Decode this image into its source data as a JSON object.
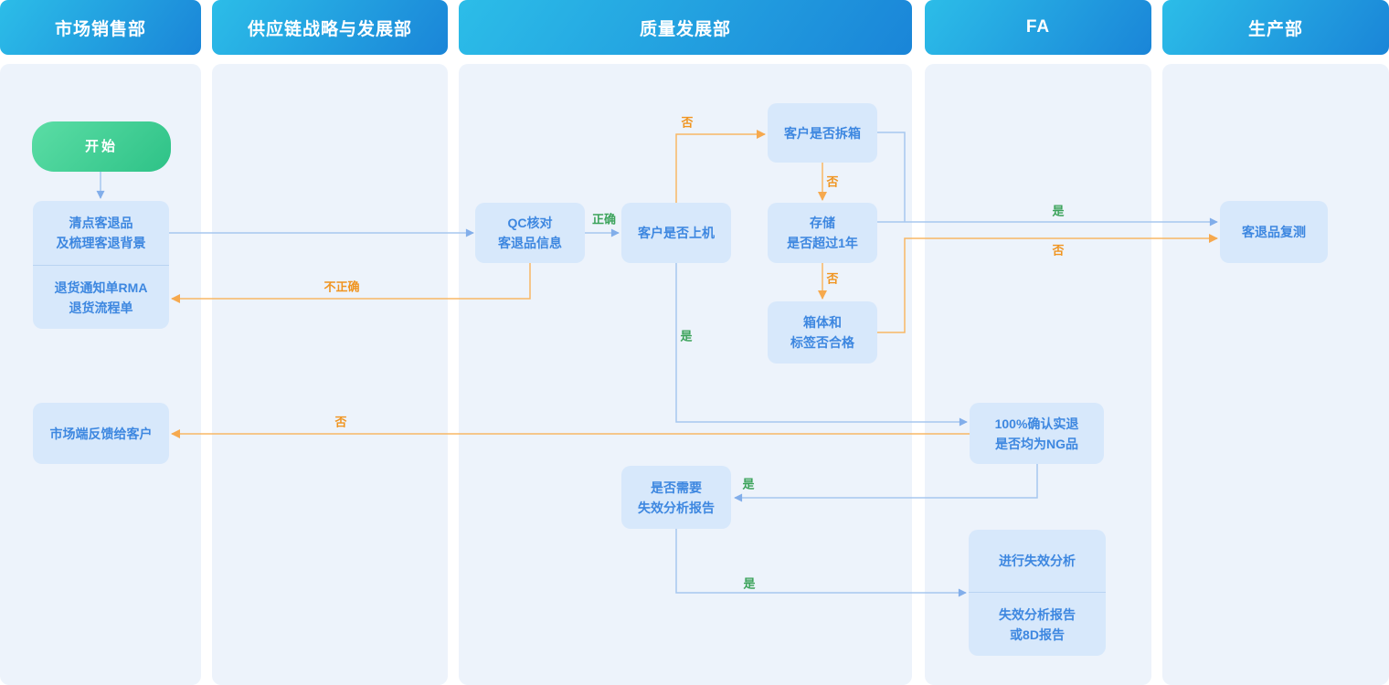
{
  "lanes": [
    {
      "label": "市场销售部"
    },
    {
      "label": "供应链战略与发展部"
    },
    {
      "label": "质量发展部"
    },
    {
      "label": "FA"
    },
    {
      "label": "生产部"
    }
  ],
  "nodes": {
    "start": {
      "label": "开始"
    },
    "count_returns": {
      "line1": "清点客退品",
      "line2": "及梳理客退背景"
    },
    "rma_form": {
      "line1": "退货通知单RMA",
      "line2": "退货流程单"
    },
    "qc_verify": {
      "line1": "QC核对",
      "line2": "客退品信息"
    },
    "customer_on_machine": {
      "label": "客户是否上机"
    },
    "customer_unboxed": {
      "label": "客户是否拆箱"
    },
    "storage_over_1yr": {
      "line1": "存储",
      "line2": "是否超过1年"
    },
    "box_label_ok": {
      "line1": "箱体和",
      "line2": "标签否合格"
    },
    "retest": {
      "label": "客退品复测"
    },
    "market_feedback": {
      "label": "市场端反馈给客户"
    },
    "confirm_ng": {
      "line1": "100%确认实退",
      "line2": "是否均为NG品"
    },
    "need_fa_report": {
      "line1": "是否需要",
      "line2": "失效分析报告"
    },
    "do_fa": {
      "label": "进行失效分析"
    },
    "fa_report": {
      "line1": "失效分析报告",
      "line2": "或8D报告"
    }
  },
  "edges": [
    {
      "from": "start",
      "to": "count_returns",
      "label": "",
      "color": "blue"
    },
    {
      "from": "count_returns",
      "to": "qc_verify",
      "label": "",
      "color": "blue"
    },
    {
      "from": "qc_verify",
      "to": "customer_on_machine",
      "label": "正确",
      "color": "blue"
    },
    {
      "from": "qc_verify",
      "to": "rma_form",
      "label": "不正确",
      "color": "orange"
    },
    {
      "from": "customer_on_machine",
      "to": "customer_unboxed",
      "label": "否",
      "color": "orange"
    },
    {
      "from": "customer_unboxed",
      "to": "storage_over_1yr",
      "label": "否",
      "color": "orange"
    },
    {
      "from": "storage_over_1yr",
      "to": "box_label_ok",
      "label": "否",
      "color": "orange"
    },
    {
      "from": "customer_unboxed",
      "to": "retest",
      "label": "",
      "color": "blue"
    },
    {
      "from": "storage_over_1yr",
      "to": "retest",
      "label": "是",
      "color": "blue"
    },
    {
      "from": "box_label_ok",
      "to": "retest",
      "label": "否",
      "color": "orange"
    },
    {
      "from": "customer_on_machine",
      "to": "confirm_ng",
      "label": "是",
      "color": "blue"
    },
    {
      "from": "confirm_ng",
      "to": "market_feedback",
      "label": "否",
      "color": "orange"
    },
    {
      "from": "confirm_ng",
      "to": "need_fa_report",
      "label": "是",
      "color": "blue"
    },
    {
      "from": "need_fa_report",
      "to": "do_fa",
      "label": "是",
      "color": "blue"
    }
  ],
  "colors": {
    "header_gradient_start": "#2cbde8",
    "header_gradient_end": "#1a85d8",
    "lane_background": "#edf3fb",
    "node_background": "#d7e8fb",
    "node_text": "#3d87e0",
    "start_gradient_start": "#5bdda5",
    "start_gradient_end": "#2ec287",
    "line_blue": "#a7c7ef",
    "line_orange": "#f8b765",
    "label_green": "#3ca35b",
    "label_orange": "#f0941f"
  }
}
